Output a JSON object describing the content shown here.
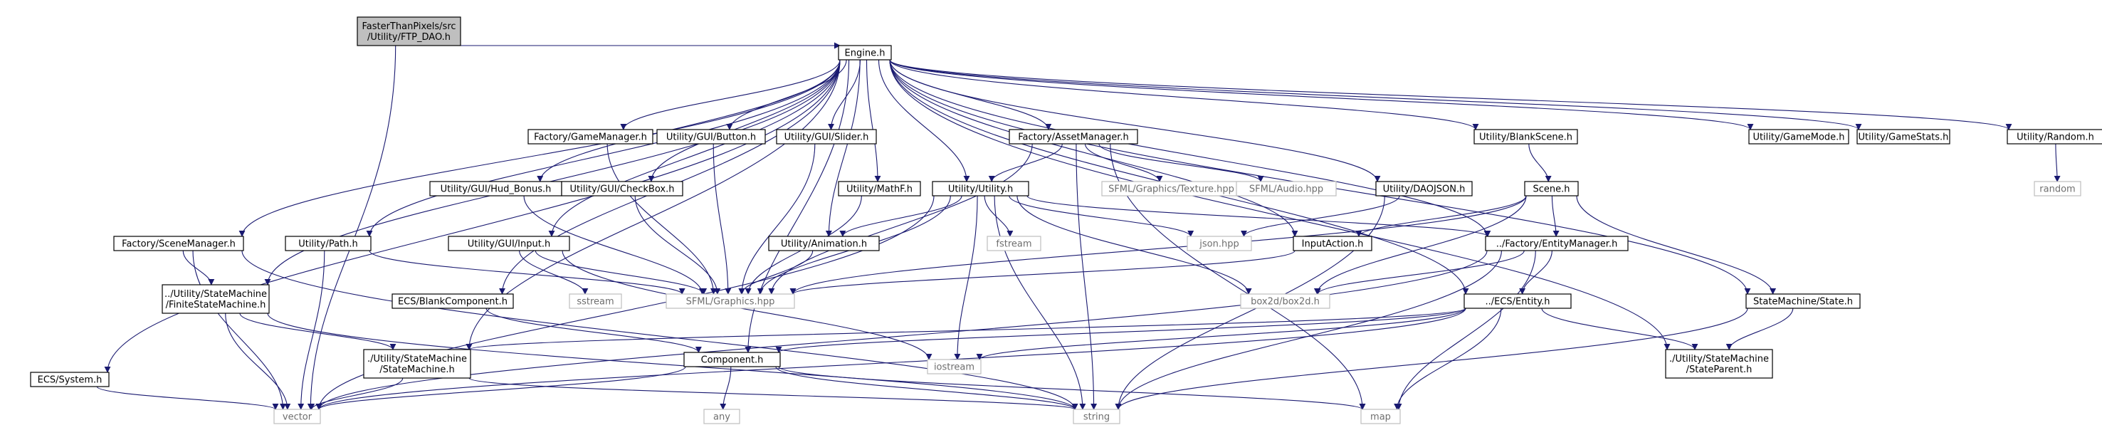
{
  "graph": {
    "edge_color": "#191970",
    "root_fill": "#bfbfbf",
    "system_border": "#bfbfbf",
    "nodes": [
      {
        "id": "ftp_dao",
        "label": "FasterThanPixels/src\n/Utility/FTP_DAO.h",
        "kind": "root"
      },
      {
        "id": "engine",
        "label": "Engine.h",
        "kind": "normal"
      },
      {
        "id": "ecs_system",
        "label": "ECS/System.h",
        "kind": "normal"
      },
      {
        "id": "scene_manager",
        "label": "Factory/SceneManager.h",
        "kind": "normal"
      },
      {
        "id": "fsm",
        "label": "../Utility/StateMachine\n/FiniteStateMachine.h",
        "kind": "normal"
      },
      {
        "id": "path",
        "label": "Utility/Path.h",
        "kind": "normal"
      },
      {
        "id": "state_machine",
        "label": "./Utility/StateMachine\n/StateMachine.h",
        "kind": "normal"
      },
      {
        "id": "blank_component",
        "label": "ECS/BlankComponent.h",
        "kind": "normal"
      },
      {
        "id": "gui_input",
        "label": "Utility/GUI/Input.h",
        "kind": "normal"
      },
      {
        "id": "hud_bonus",
        "label": "Utility/GUI/Hud_Bonus.h",
        "kind": "normal"
      },
      {
        "id": "game_manager",
        "label": "Factory/GameManager.h",
        "kind": "normal"
      },
      {
        "id": "gui_checkbox",
        "label": "Utility/GUI/CheckBox.h",
        "kind": "normal"
      },
      {
        "id": "gui_button",
        "label": "Utility/GUI/Button.h",
        "kind": "normal"
      },
      {
        "id": "gui_slider",
        "label": "Utility/GUI/Slider.h",
        "kind": "normal"
      },
      {
        "id": "mathf",
        "label": "Utility/MathF.h",
        "kind": "normal"
      },
      {
        "id": "animation",
        "label": "Utility/Animation.h",
        "kind": "normal"
      },
      {
        "id": "asset_manager",
        "label": "Factory/AssetManager.h",
        "kind": "normal"
      },
      {
        "id": "utility",
        "label": "Utility/Utility.h",
        "kind": "normal"
      },
      {
        "id": "sfml_texture",
        "label": "SFML/Graphics/Texture.hpp",
        "kind": "system"
      },
      {
        "id": "sfml_audio",
        "label": "SFML/Audio.hpp",
        "kind": "system"
      },
      {
        "id": "fstream",
        "label": "fstream",
        "kind": "system"
      },
      {
        "id": "json",
        "label": "json.hpp",
        "kind": "system"
      },
      {
        "id": "dao_json",
        "label": "Utility/DAOJSON.h",
        "kind": "normal"
      },
      {
        "id": "input_action",
        "label": "InputAction.h",
        "kind": "normal"
      },
      {
        "id": "blank_scene",
        "label": "Utility/BlankScene.h",
        "kind": "normal"
      },
      {
        "id": "scene",
        "label": "Scene.h",
        "kind": "normal"
      },
      {
        "id": "entity_manager",
        "label": "../Factory/EntityManager.h",
        "kind": "normal"
      },
      {
        "id": "box2d",
        "label": "box2d/box2d.h",
        "kind": "system"
      },
      {
        "id": "sfml_graphics",
        "label": "SFML/Graphics.hpp",
        "kind": "system"
      },
      {
        "id": "sstream",
        "label": "sstream",
        "kind": "system"
      },
      {
        "id": "ecs_entity",
        "label": "../ECS/Entity.h",
        "kind": "normal"
      },
      {
        "id": "iostream",
        "label": "iostream",
        "kind": "system"
      },
      {
        "id": "component",
        "label": "Component.h",
        "kind": "normal"
      },
      {
        "id": "state_parent",
        "label": "./Utility/StateMachine\n/StateParent.h",
        "kind": "normal"
      },
      {
        "id": "game_mode",
        "label": "Utility/GameMode.h",
        "kind": "normal"
      },
      {
        "id": "game_stats",
        "label": "Utility/GameStats.h",
        "kind": "normal"
      },
      {
        "id": "random_h",
        "label": "Utility/Random.h",
        "kind": "normal"
      },
      {
        "id": "random",
        "label": "random",
        "kind": "system"
      },
      {
        "id": "state",
        "label": "StateMachine/State.h",
        "kind": "normal"
      },
      {
        "id": "vector",
        "label": "vector",
        "kind": "system"
      },
      {
        "id": "string",
        "label": "string",
        "kind": "system"
      },
      {
        "id": "any",
        "label": "any",
        "kind": "system"
      },
      {
        "id": "map",
        "label": "map",
        "kind": "system"
      }
    ],
    "edges": [
      [
        "ftp_dao",
        "engine"
      ],
      [
        "ftp_dao",
        "vector"
      ],
      [
        "engine",
        "ecs_system"
      ],
      [
        "engine",
        "scene_manager"
      ],
      [
        "engine",
        "fsm"
      ],
      [
        "engine",
        "path"
      ],
      [
        "engine",
        "state_machine"
      ],
      [
        "engine",
        "blank_component"
      ],
      [
        "engine",
        "gui_input"
      ],
      [
        "engine",
        "hud_bonus"
      ],
      [
        "engine",
        "game_manager"
      ],
      [
        "engine",
        "gui_checkbox"
      ],
      [
        "engine",
        "gui_button"
      ],
      [
        "engine",
        "gui_slider"
      ],
      [
        "engine",
        "mathf"
      ],
      [
        "engine",
        "animation"
      ],
      [
        "engine",
        "asset_manager"
      ],
      [
        "engine",
        "utility"
      ],
      [
        "engine",
        "component"
      ],
      [
        "engine",
        "dao_json"
      ],
      [
        "engine",
        "input_action"
      ],
      [
        "engine",
        "blank_scene"
      ],
      [
        "engine",
        "entity_manager"
      ],
      [
        "engine",
        "ecs_entity"
      ],
      [
        "engine",
        "state_parent"
      ],
      [
        "engine",
        "game_mode"
      ],
      [
        "engine",
        "game_stats"
      ],
      [
        "engine",
        "random_h"
      ],
      [
        "engine",
        "state"
      ],
      [
        "ecs_system",
        "vector"
      ],
      [
        "scene_manager",
        "fsm"
      ],
      [
        "scene_manager",
        "vector"
      ],
      [
        "scene_manager",
        "string"
      ],
      [
        "fsm",
        "state_machine"
      ],
      [
        "fsm",
        "vector"
      ],
      [
        "fsm",
        "string"
      ],
      [
        "path",
        "sfml_graphics"
      ],
      [
        "path",
        "vector"
      ],
      [
        "state_machine",
        "vector"
      ],
      [
        "state_machine",
        "string"
      ],
      [
        "blank_component",
        "component"
      ],
      [
        "gui_input",
        "sfml_graphics"
      ],
      [
        "gui_input",
        "sstream"
      ],
      [
        "gui_input",
        "iostream"
      ],
      [
        "hud_bonus",
        "sfml_graphics"
      ],
      [
        "game_manager",
        "sfml_graphics"
      ],
      [
        "gui_checkbox",
        "sfml_graphics"
      ],
      [
        "gui_button",
        "sfml_graphics"
      ],
      [
        "gui_slider",
        "sfml_graphics"
      ],
      [
        "mathf",
        "sfml_graphics"
      ],
      [
        "animation",
        "sfml_graphics"
      ],
      [
        "asset_manager",
        "utility"
      ],
      [
        "asset_manager",
        "sfml_texture"
      ],
      [
        "asset_manager",
        "sfml_audio"
      ],
      [
        "asset_manager",
        "sfml_graphics"
      ],
      [
        "asset_manager",
        "string"
      ],
      [
        "asset_manager",
        "map"
      ],
      [
        "utility",
        "animation"
      ],
      [
        "utility",
        "sfml_graphics"
      ],
      [
        "utility",
        "fstream"
      ],
      [
        "utility",
        "json"
      ],
      [
        "utility",
        "entity_manager"
      ],
      [
        "utility",
        "box2d"
      ],
      [
        "utility",
        "iostream"
      ],
      [
        "utility",
        "string"
      ],
      [
        "utility",
        "vector"
      ],
      [
        "dao_json",
        "json"
      ],
      [
        "dao_json",
        "string"
      ],
      [
        "blank_scene",
        "scene"
      ],
      [
        "scene",
        "input_action"
      ],
      [
        "scene",
        "entity_manager"
      ],
      [
        "scene",
        "state"
      ],
      [
        "scene",
        "sfml_graphics"
      ],
      [
        "scene",
        "box2d"
      ],
      [
        "input_action",
        "sfml_graphics"
      ],
      [
        "entity_manager",
        "ecs_entity"
      ],
      [
        "entity_manager",
        "box2d"
      ],
      [
        "entity_manager",
        "vector"
      ],
      [
        "entity_manager",
        "string"
      ],
      [
        "entity_manager",
        "map"
      ],
      [
        "ecs_entity",
        "component"
      ],
      [
        "ecs_entity",
        "state_machine"
      ],
      [
        "ecs_entity",
        "iostream"
      ],
      [
        "ecs_entity",
        "state_parent"
      ],
      [
        "ecs_entity",
        "map"
      ],
      [
        "ecs_entity",
        "vector"
      ],
      [
        "component",
        "vector"
      ],
      [
        "component",
        "string"
      ],
      [
        "component",
        "any"
      ],
      [
        "component",
        "map"
      ],
      [
        "random_h",
        "random"
      ],
      [
        "state",
        "state_parent"
      ],
      [
        "state",
        "string"
      ]
    ]
  }
}
